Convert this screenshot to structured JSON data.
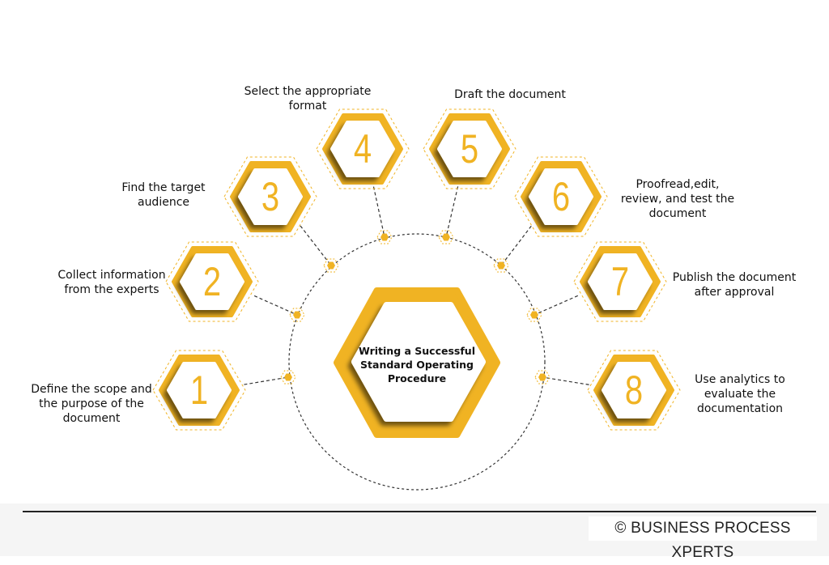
{
  "center": {
    "title": "Writing a Successful\nStandard Operating\nProcedure"
  },
  "steps": [
    {
      "number": "1",
      "label": "Define the scope and\nthe purpose of the\ndocument"
    },
    {
      "number": "2",
      "label": "Collect information\nfrom the experts"
    },
    {
      "number": "3",
      "label": "Find the target\naudience"
    },
    {
      "number": "4",
      "label": "Select the appropriate\nformat"
    },
    {
      "number": "5",
      "label": "Draft the document"
    },
    {
      "number": "6",
      "label": "Proofread,edit,\nreview, and test the\ndocument"
    },
    {
      "number": "7",
      "label": "Publish the document\nafter approval"
    },
    {
      "number": "8",
      "label": "Use analytics to\nevaluate the\ndocumentation"
    }
  ],
  "footer": {
    "credit": "© BUSINESS PROCESS XPERTS"
  },
  "colors": {
    "accent": "#F0B323",
    "text": "#111111",
    "line": "#333333"
  }
}
